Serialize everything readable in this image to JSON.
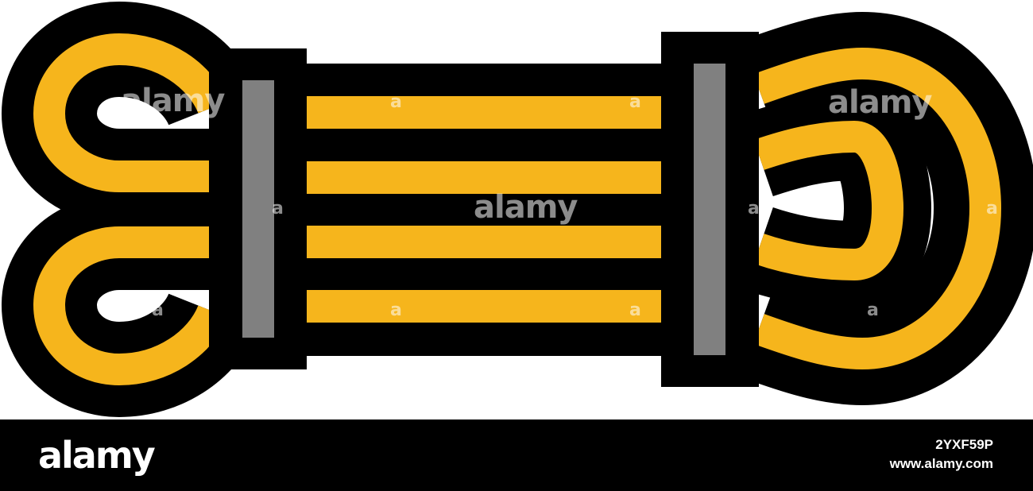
{
  "colors": {
    "rope": "#F6B51C",
    "outline": "#000000",
    "band": "#808080",
    "background": "#FFFFFF",
    "footer": "#000000"
  },
  "illustration": {
    "icon": "rope-coil-icon"
  },
  "watermark": {
    "text": "alamy",
    "mini": "a"
  },
  "footer": {
    "brand": "alamy",
    "image_id": "2YXF59P",
    "site": "www.alamy.com"
  }
}
